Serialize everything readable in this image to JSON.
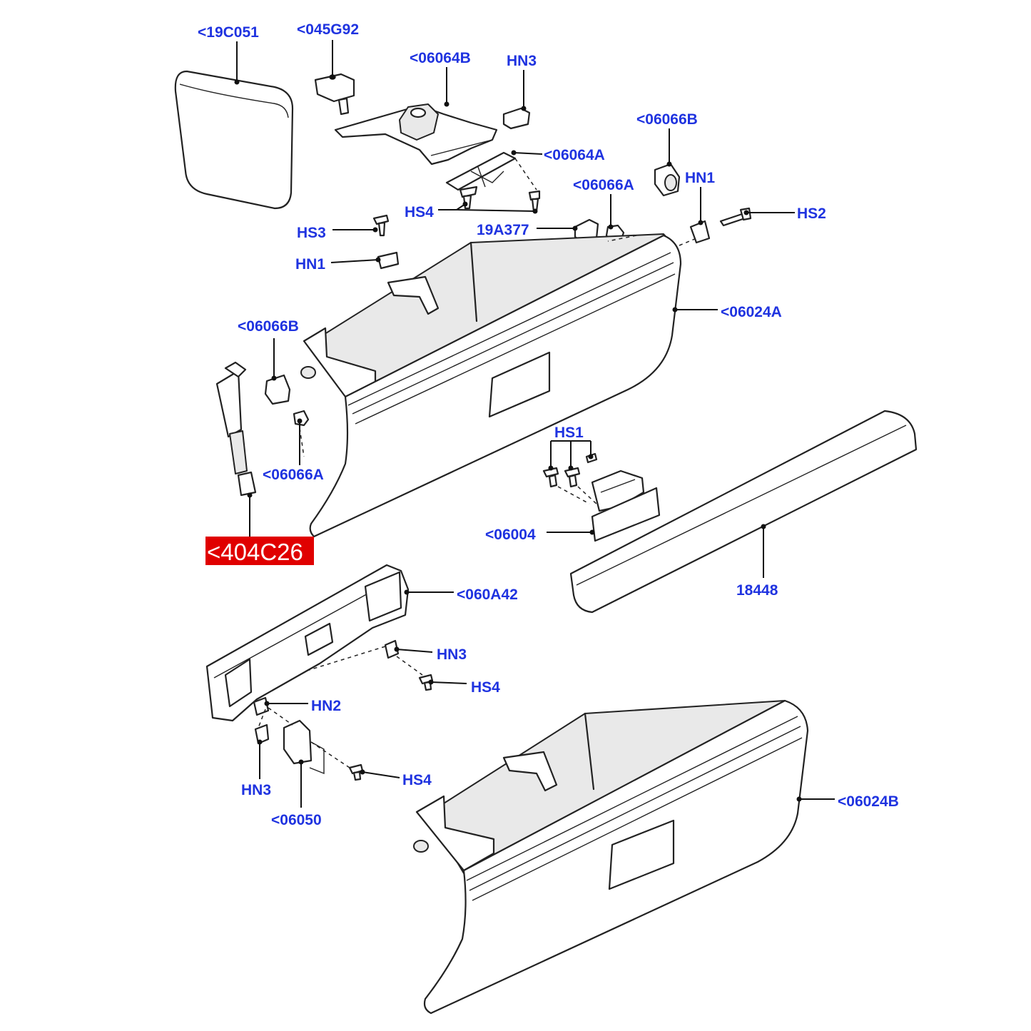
{
  "colors": {
    "label": "#1f33e0",
    "highlight_bg": "#e00000",
    "highlight_text": "#ffffff",
    "line": "#222222"
  },
  "labels": {
    "p19C051": "<19C051",
    "p045G92": "<045G92",
    "p06064B": "<06064B",
    "hn3_top": "HN3",
    "p06066B_top": "<06066B",
    "p06064A": "<06064A",
    "p06066A_top": "<06066A",
    "hn1_right": "HN1",
    "hs4_top": "HS4",
    "hs2": "HS2",
    "hs3": "HS3",
    "p19A377": "19A377",
    "hn1_left": "HN1",
    "p06024A": "<06024A",
    "p06066B_left": "<06066B",
    "hs1": "HS1",
    "p06066A_left": "<06066A",
    "p404C26": "<404C26",
    "p06004": "<06004",
    "p18448": "18448",
    "p060A42": "<060A42",
    "hn3_mid": "HN3",
    "hs4_mid": "HS4",
    "hn2": "HN2",
    "hs4_low": "HS4",
    "hn3_low": "HN3",
    "p06050": "<06050",
    "p06024B": "<06024B"
  }
}
